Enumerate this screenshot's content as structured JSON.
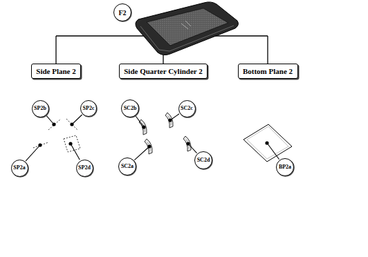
{
  "diagram": {
    "nodes": [
      {
        "text": [
          "F2"
        ]
      },
      {
        "text": [
          "Side Plane 2"
        ]
      },
      {
        "text": [
          "Side Quarter Cylinder 2"
        ]
      },
      {
        "text": [
          "Bottom Plane 2"
        ]
      },
      {
        "text": [
          "SP2b"
        ]
      },
      {
        "text": [
          "SP2c"
        ]
      },
      {
        "text": [
          "SP2a"
        ]
      },
      {
        "text": [
          "SP2d"
        ]
      },
      {
        "text": [
          "SC2b"
        ]
      },
      {
        "text": [
          "SC2c"
        ]
      },
      {
        "text": [
          "SC2a"
        ]
      },
      {
        "text": [
          "SC2d"
        ]
      },
      {
        "text": [
          "BP2a"
        ]
      }
    ]
  }
}
